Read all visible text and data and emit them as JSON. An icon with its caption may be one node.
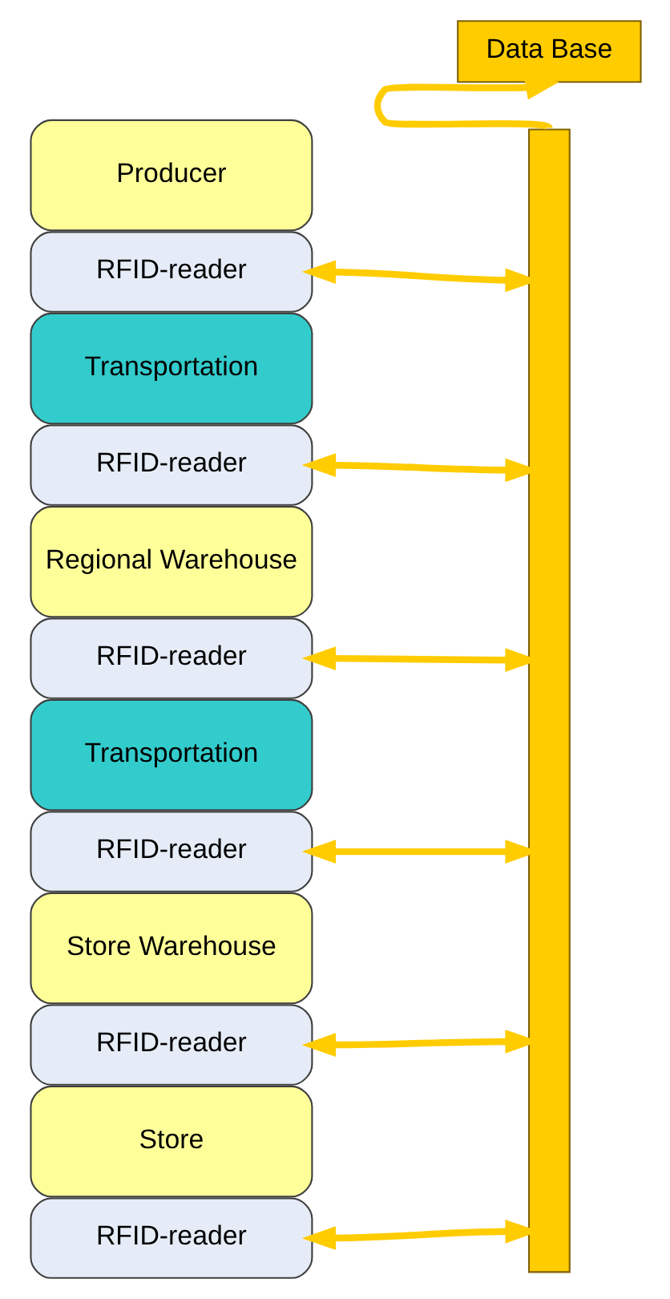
{
  "diagram": {
    "nodes": [
      {
        "text": [
          "Producer"
        ]
      },
      {
        "text": [
          "RFID-reader"
        ]
      },
      {
        "text": [
          "Transportation"
        ]
      },
      {
        "text": [
          "RFID-reader"
        ]
      },
      {
        "text": [
          "Regional Warehouse"
        ]
      },
      {
        "text": [
          "RFID-reader"
        ]
      },
      {
        "text": [
          "Transportation"
        ]
      },
      {
        "text": [
          "RFID-reader"
        ]
      },
      {
        "text": [
          "Store Warehouse"
        ]
      },
      {
        "text": [
          "RFID-reader"
        ]
      },
      {
        "text": [
          "Store"
        ]
      },
      {
        "text": [
          "RFID-reader"
        ]
      },
      {
        "text": [
          "Data Base"
        ]
      },
      {
        "text": [],
        "shape": "bar"
      }
    ],
    "edges": [
      {
        "from": 1,
        "to": 13,
        "arrow": "both"
      },
      {
        "from": 3,
        "to": 13,
        "arrow": "both"
      },
      {
        "from": 5,
        "to": 13,
        "arrow": "both"
      },
      {
        "from": 7,
        "to": 13,
        "arrow": "both"
      },
      {
        "from": 9,
        "to": 13,
        "arrow": "both"
      },
      {
        "from": 11,
        "to": 13,
        "arrow": "both"
      },
      {
        "from": 13,
        "to": 12,
        "arrow": "to"
      }
    ]
  }
}
